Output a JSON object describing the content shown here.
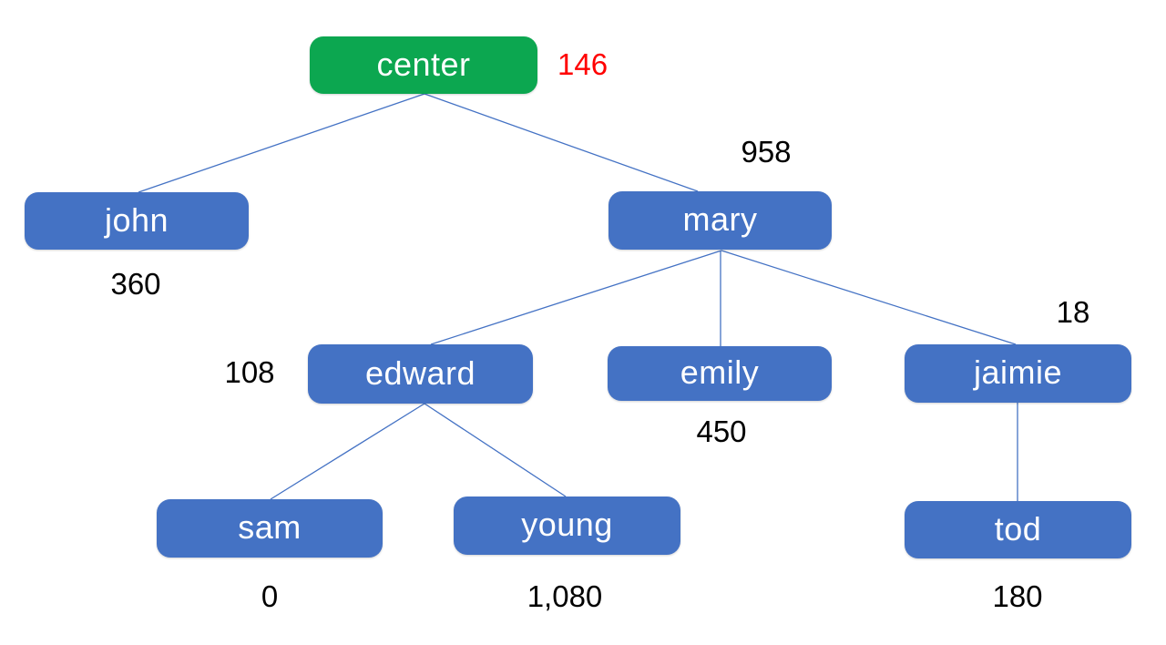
{
  "diagram": {
    "type": "tree",
    "background": "#ffffff",
    "colors": {
      "node_fill": "#4472C4",
      "root_fill": "#0CA750",
      "node_text": "#ffffff",
      "value_text": "#000000",
      "root_value_text": "#FF0000",
      "edge": "#4472C4"
    },
    "nodes": [
      {
        "id": "center",
        "label": "center",
        "value": "146",
        "fill": "root_fill",
        "value_color": "root_value_text",
        "parent": null
      },
      {
        "id": "john",
        "label": "john",
        "value": "360",
        "fill": "node_fill",
        "value_color": "value_text",
        "parent": "center"
      },
      {
        "id": "mary",
        "label": "mary",
        "value": "958",
        "fill": "node_fill",
        "value_color": "value_text",
        "parent": "center"
      },
      {
        "id": "edward",
        "label": "edward",
        "value": "108",
        "fill": "node_fill",
        "value_color": "value_text",
        "parent": "mary"
      },
      {
        "id": "emily",
        "label": "emily",
        "value": "450",
        "fill": "node_fill",
        "value_color": "value_text",
        "parent": "mary"
      },
      {
        "id": "jaimie",
        "label": "jaimie",
        "value": "18",
        "fill": "node_fill",
        "value_color": "value_text",
        "parent": "mary"
      },
      {
        "id": "sam",
        "label": "sam",
        "value": "0",
        "fill": "node_fill",
        "value_color": "value_text",
        "parent": "edward"
      },
      {
        "id": "young",
        "label": "young",
        "value": "1,080",
        "fill": "node_fill",
        "value_color": "value_text",
        "parent": "edward"
      },
      {
        "id": "tod",
        "label": "tod",
        "value": "180",
        "fill": "node_fill",
        "value_color": "value_text",
        "parent": "jaimie"
      }
    ],
    "edges": [
      {
        "from": "center",
        "to": "john"
      },
      {
        "from": "center",
        "to": "mary"
      },
      {
        "from": "mary",
        "to": "edward"
      },
      {
        "from": "mary",
        "to": "emily"
      },
      {
        "from": "mary",
        "to": "jaimie"
      },
      {
        "from": "edward",
        "to": "sam"
      },
      {
        "from": "edward",
        "to": "young"
      },
      {
        "from": "jaimie",
        "to": "tod"
      }
    ]
  }
}
